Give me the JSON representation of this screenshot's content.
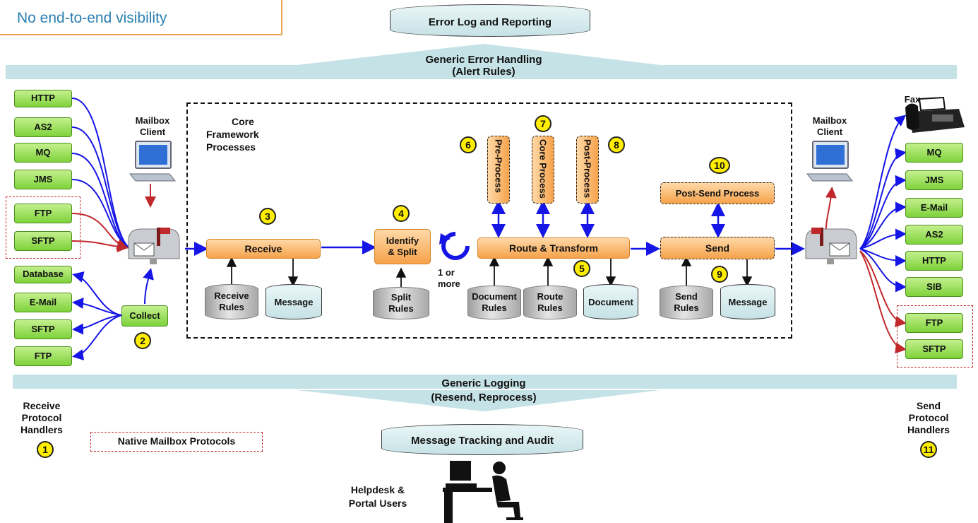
{
  "banner": "No end-to-end visibility",
  "error_log": "Error Log  and Reporting",
  "error_handling": [
    "Generic Error Handling",
    "(Alert Rules)"
  ],
  "logging": [
    "Generic Logging",
    "(Resend, Reprocess)"
  ],
  "tracking": "Message Tracking and Audit",
  "helpdesk": [
    "Helpdesk &",
    "Portal Users"
  ],
  "receive_handlers": [
    "Receive",
    "Protocol",
    "Handlers"
  ],
  "send_handlers": [
    "Send",
    "Protocol",
    "Handlers"
  ],
  "native_mailbox": "Native Mailbox Protocols",
  "left_protocols": [
    "HTTP",
    "AS2",
    "MQ",
    "JMS",
    "FTP",
    "SFTP"
  ],
  "collect_protocols": [
    "Database",
    "E-Mail",
    "SFTP",
    "FTP"
  ],
  "right_protocols": [
    "MQ",
    "JMS",
    "E-Mail",
    "AS2",
    "HTTP",
    "SIB",
    "FTP",
    "SFTP"
  ],
  "fax": "Fax",
  "mailbox_client": [
    "Mailbox",
    "Client"
  ],
  "collect": "Collect",
  "core": [
    "Core",
    "Framework",
    "Processes"
  ],
  "receive": "Receive",
  "identify": [
    "Identify",
    "& Split"
  ],
  "route": "Route & Transform",
  "send": "Send",
  "post_send": "Post-Send Process",
  "pre_process": "Pre-Process",
  "core_process": "Core Process",
  "post_process": "Post-Process",
  "one_or_more": [
    "1 or",
    "more"
  ],
  "cylinders": {
    "receive_rules": [
      "Receive",
      "Rules"
    ],
    "message": "Message",
    "split_rules": [
      "Split",
      "Rules"
    ],
    "document_rules": [
      "Document",
      "Rules"
    ],
    "route_rules": [
      "Route",
      "Rules"
    ],
    "document": "Document",
    "send_rules": [
      "Send",
      "Rules"
    ],
    "message2": "Message"
  },
  "numbers": [
    "1",
    "2",
    "3",
    "4",
    "5",
    "6",
    "7",
    "8",
    "9",
    "10",
    "11"
  ],
  "colors": {
    "green": "#7ed23a",
    "orange": "#f6a24a",
    "blue_arrow": "#1515e6",
    "red_arrow": "#c0282c",
    "bar": "#c5e2e6"
  }
}
